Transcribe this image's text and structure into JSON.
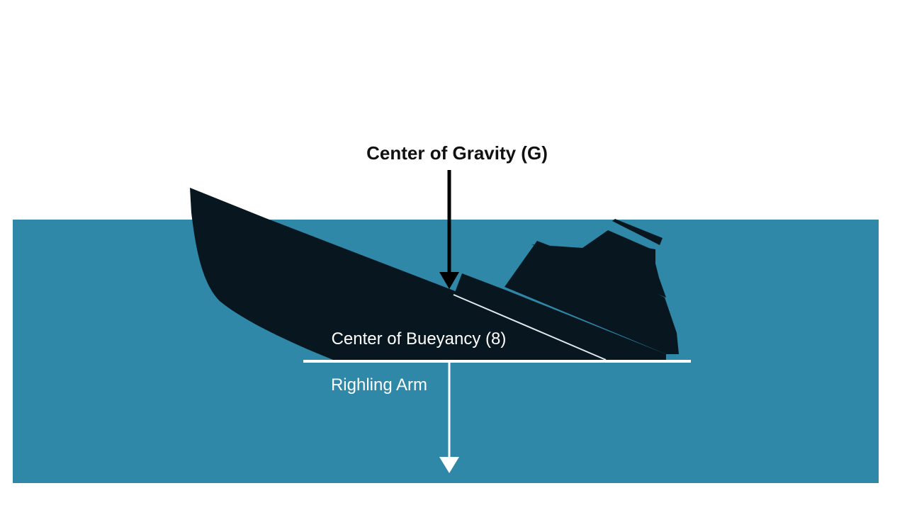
{
  "labels": {
    "center_of_gravity": "Center of Gravity (G)",
    "center_of_buoyancy": "Center of Bueyancy (8)",
    "righting_arm": "Righling Arm"
  },
  "colors": {
    "background": "#ffffff",
    "water": "#2f88a8",
    "hull": "#08171f",
    "label_dark": "#111111",
    "label_light": "#ffffff",
    "line_white": "#ffffff"
  }
}
